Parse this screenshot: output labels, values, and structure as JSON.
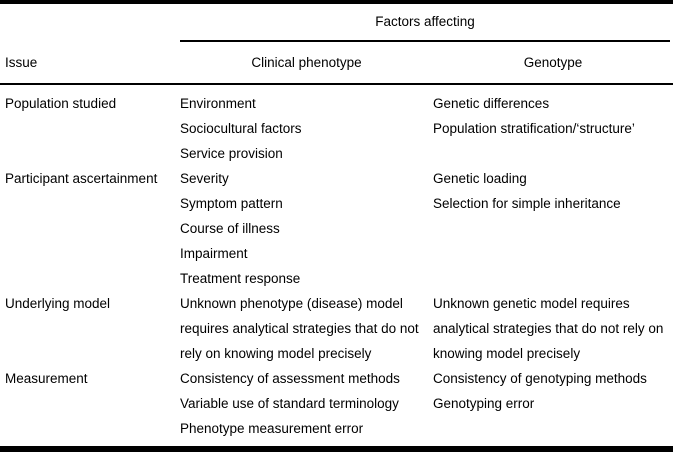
{
  "colors": {
    "background": "#ffffff",
    "text": "#000000",
    "rule": "#000000"
  },
  "table": {
    "spanner": "Factors affecting",
    "columns": {
      "issue": "Issue",
      "clinical": "Clinical phenotype",
      "genotype": "Genotype"
    },
    "rows": [
      {
        "issue": "Population studied",
        "clinical": [
          "Environment",
          "Sociocultural factors",
          "Service provision"
        ],
        "genotype": [
          "Genetic differences",
          "Population stratification/‘structure’"
        ]
      },
      {
        "issue": "Participant ascertainment",
        "clinical": [
          "Severity",
          "Symptom pattern",
          "Course of illness",
          "Impairment",
          "Treatment response"
        ],
        "genotype": [
          "Genetic loading",
          "Selection for simple inheritance"
        ]
      },
      {
        "issue": "Underlying model",
        "clinical": [
          "Unknown phenotype (disease) model requires analytical strategies that do not rely on knowing model precisely"
        ],
        "genotype": [
          "Unknown genetic model requires analytical strategies that do not rely on knowing model precisely"
        ]
      },
      {
        "issue": "Measurement",
        "clinical": [
          "Consistency of assessment methods",
          "Variable use of standard terminology",
          "Phenotype measurement error"
        ],
        "genotype": [
          "Consistency of genotyping methods",
          "Genotyping error"
        ]
      }
    ]
  }
}
